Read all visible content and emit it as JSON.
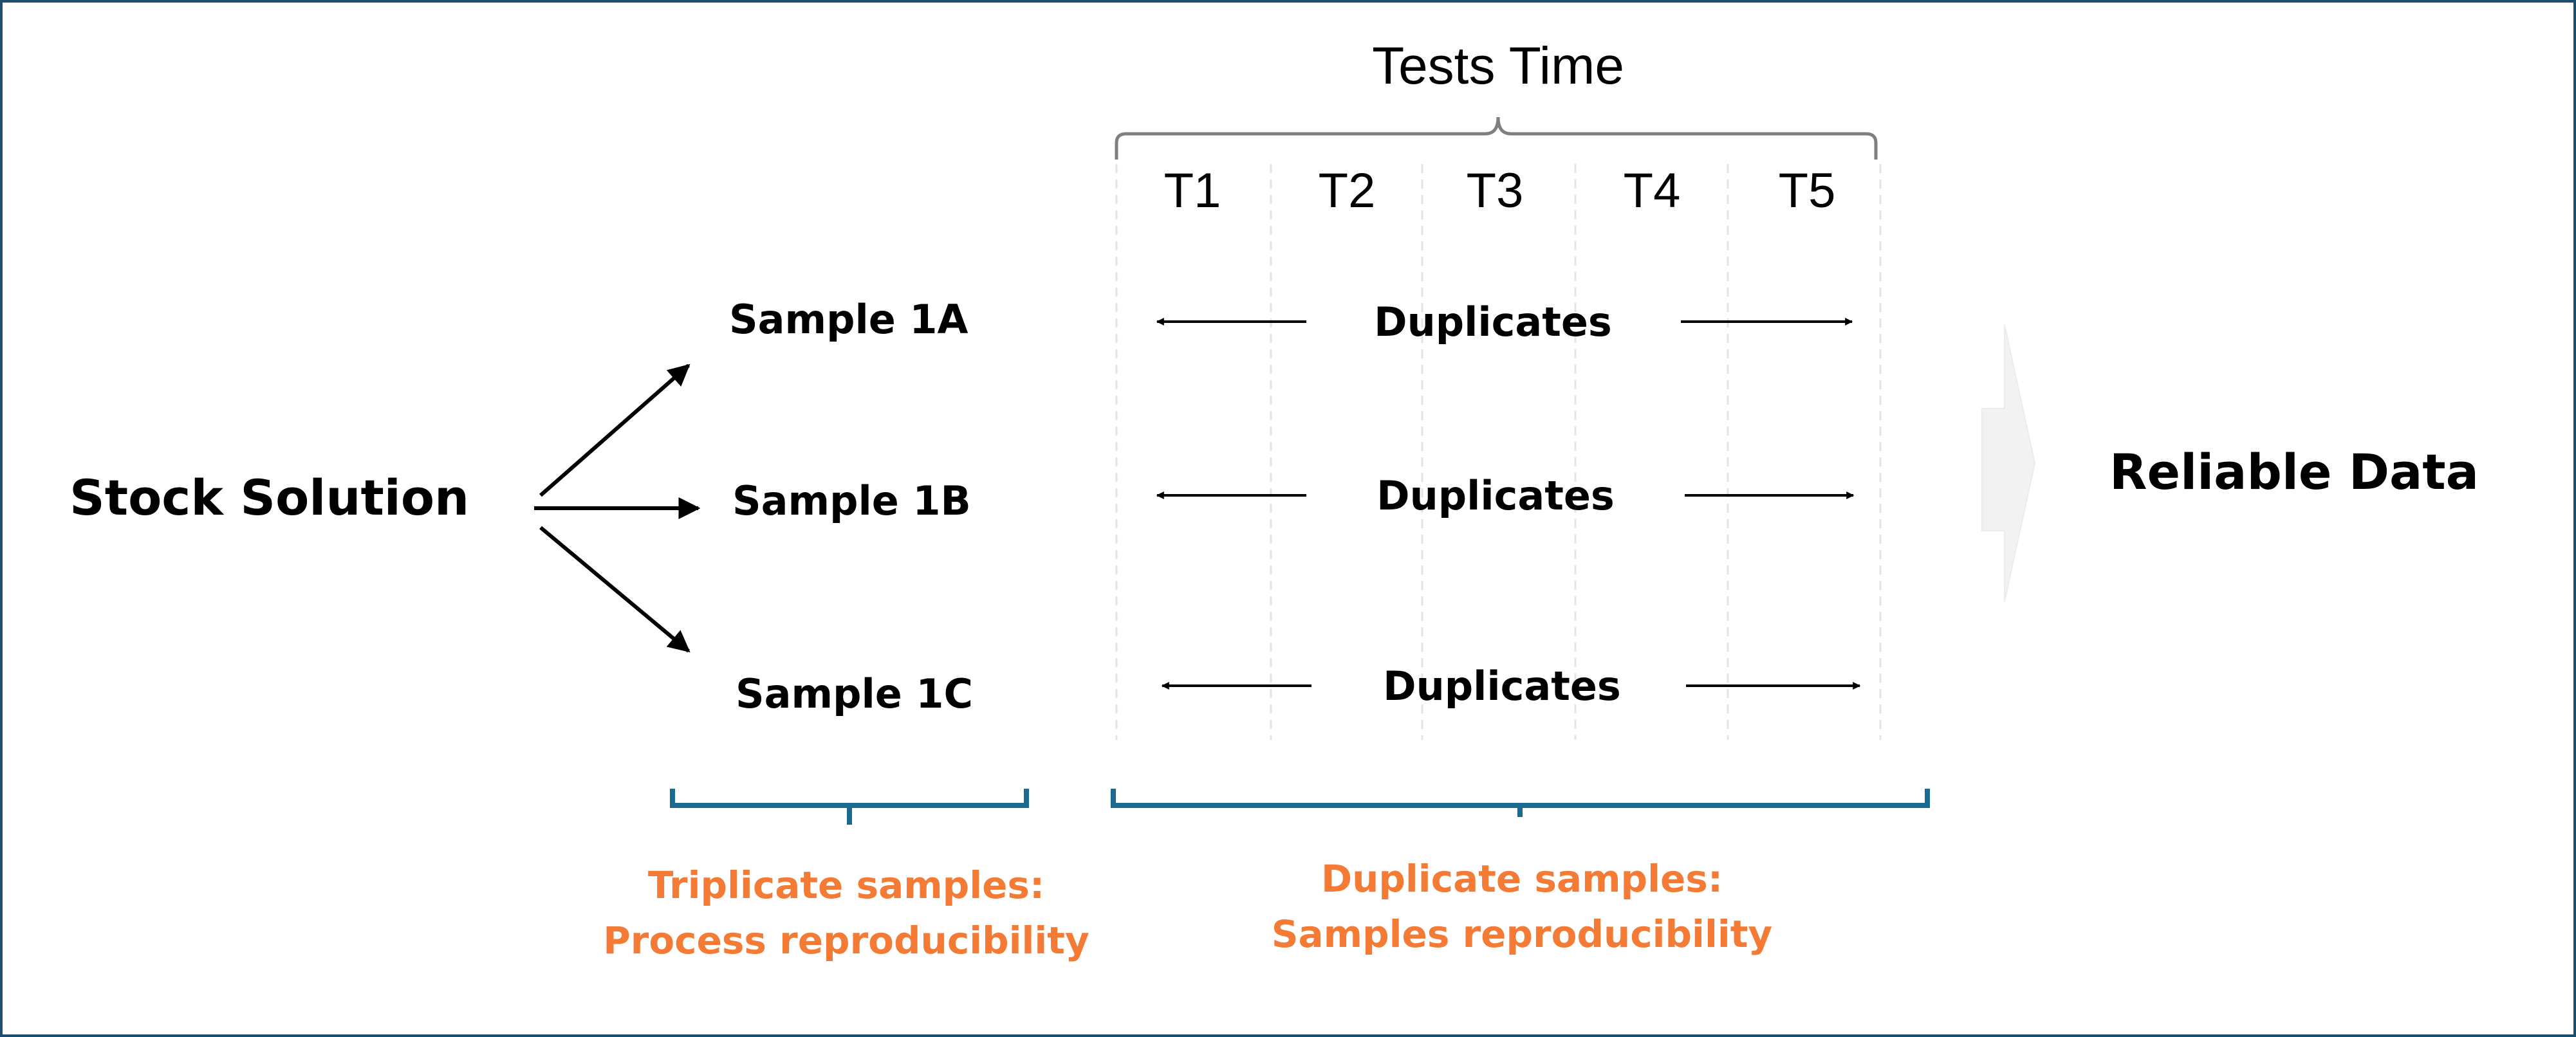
{
  "header": {
    "title": "Tests Time"
  },
  "time_points": [
    "T1",
    "T2",
    "T3",
    "T4",
    "T5"
  ],
  "source": {
    "label": "Stock Solution"
  },
  "samples": [
    {
      "label": "Sample 1A",
      "replicate_label": "Duplicates"
    },
    {
      "label": "Sample 1B",
      "replicate_label": "Duplicates"
    },
    {
      "label": "Sample 1C",
      "replicate_label": "Duplicates"
    }
  ],
  "result": {
    "label": "Reliable Data"
  },
  "notes": {
    "triplicate": {
      "line1": "Triplicate samples:",
      "line2": "Process reproducibility"
    },
    "duplicate": {
      "line1": "Duplicate samples:",
      "line2": "Samples reproducibility"
    }
  },
  "colors": {
    "frame": "#1d4e6e",
    "bracket": "#1b6a92",
    "note_text": "#f47b35",
    "top_bracket": "#7f7f7f",
    "big_arrow": "#f2f2f2"
  }
}
